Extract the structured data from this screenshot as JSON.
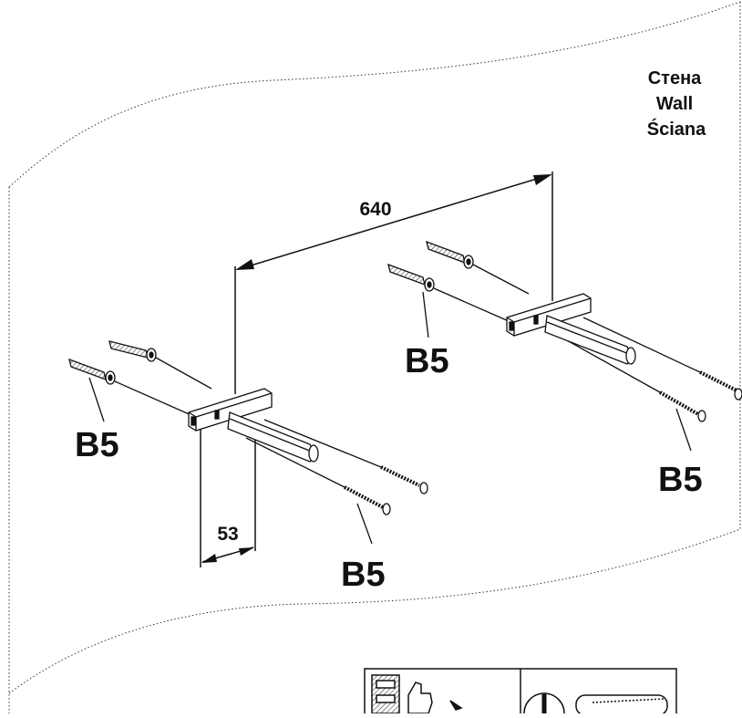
{
  "wall_label": {
    "ru": "Стена",
    "en": "Wall",
    "pl": "Ściana"
  },
  "dimensions": {
    "bracket_spacing": "640",
    "bracket_offset": "53"
  },
  "part_labels": {
    "left_anchors": "B5",
    "left_screws": "B5",
    "right_anchors": "B5",
    "right_screws": "B5"
  },
  "colors": {
    "line": "#111111",
    "background": "#ffffff"
  },
  "icons": [
    "wall-anchor-thumbs-up-icon",
    "drill-icon",
    "drill-bit-icon"
  ]
}
